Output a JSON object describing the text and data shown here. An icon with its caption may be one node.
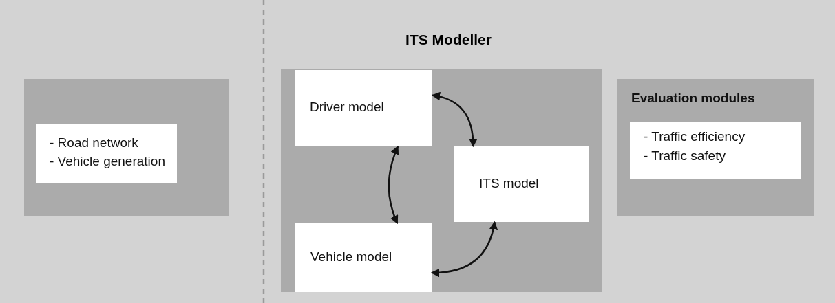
{
  "diagram": {
    "title": "ITS Modeller",
    "nodes": [
      {
        "text": [],
        "shape": "box"
      },
      {
        "text": [
          "- Road network",
          "- Vehicle generation"
        ],
        "in": 0
      },
      {
        "text": [],
        "shape": "box"
      },
      {
        "text": [
          "Driver model"
        ],
        "in": 2
      },
      {
        "text": [
          "ITS model"
        ],
        "in": 2
      },
      {
        "text": [
          "Vehicle model"
        ],
        "in": 2
      },
      {
        "text": [
          "Evaluation modules"
        ]
      },
      {
        "text": [
          "- Traffic efficiency",
          "- Traffic safety"
        ],
        "in": 6
      }
    ],
    "edges": [
      {
        "from": 3,
        "to": 4,
        "arrow": "both"
      },
      {
        "from": 3,
        "to": 5,
        "arrow": "both"
      },
      {
        "from": 5,
        "to": 4,
        "arrow": "both"
      }
    ]
  }
}
